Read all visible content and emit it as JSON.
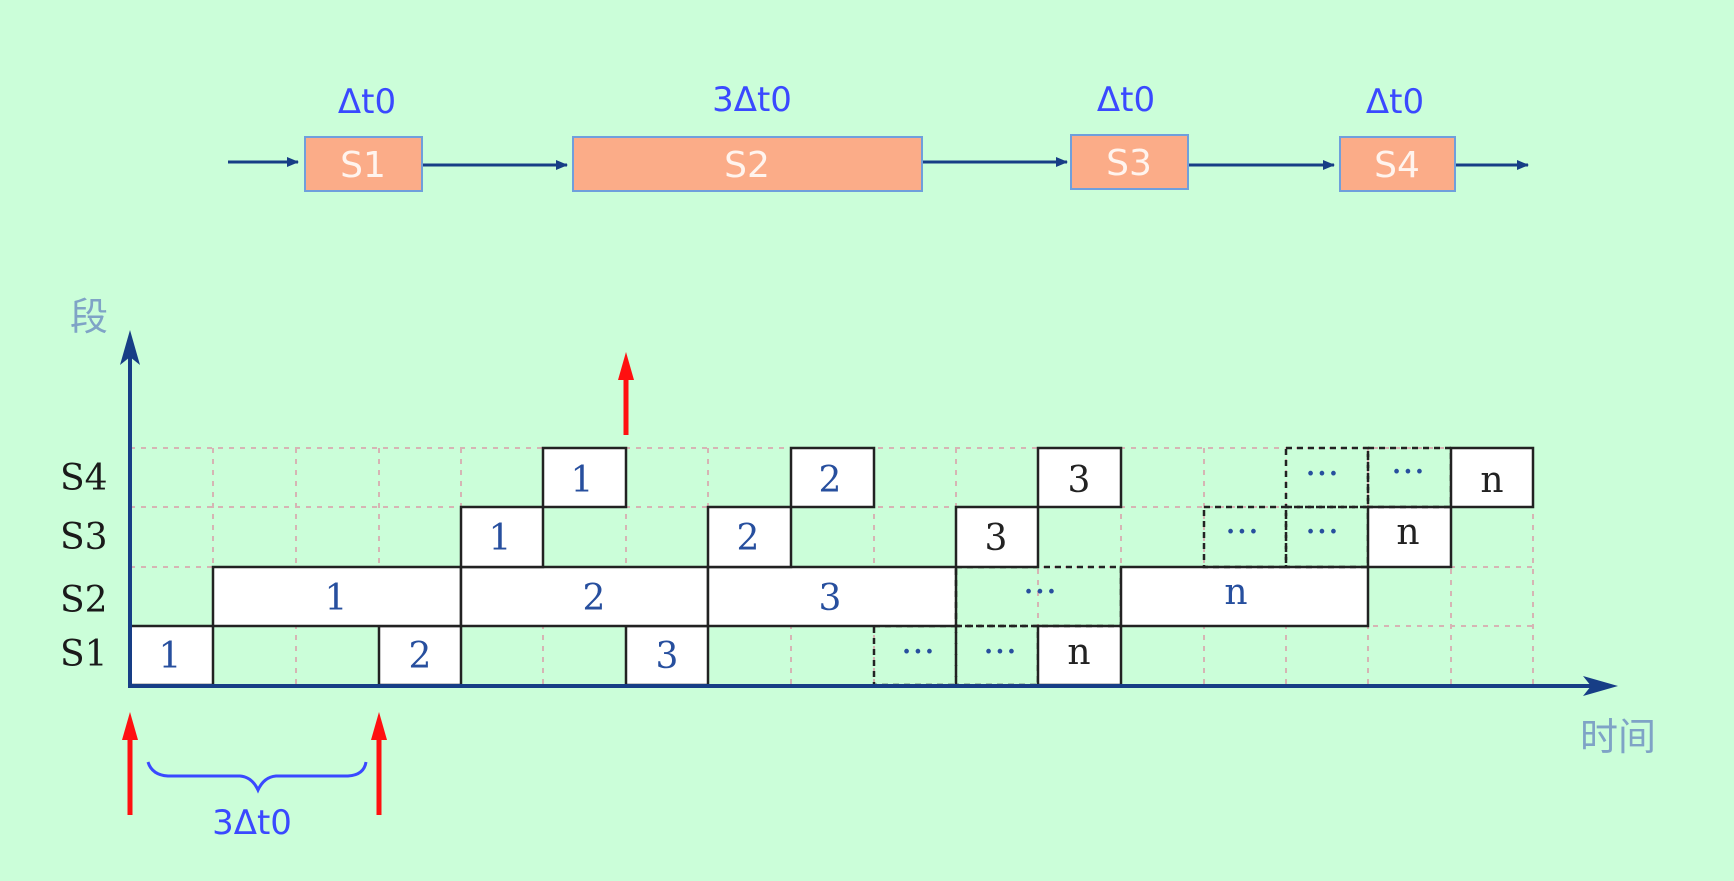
{
  "pipeline": {
    "stages": [
      {
        "label": "S1",
        "duration": "Δt0"
      },
      {
        "label": "S2",
        "duration": "3Δt0"
      },
      {
        "label": "S3",
        "duration": "Δt0"
      },
      {
        "label": "S4",
        "duration": "Δt0"
      }
    ]
  },
  "axes": {
    "y_label": "段",
    "x_label": "时间",
    "brace_label": "3Δt0"
  },
  "rows": [
    "S4",
    "S3",
    "S2",
    "S1"
  ],
  "cells": {
    "s1": [
      "1",
      "2",
      "3",
      "···",
      "···",
      "n"
    ],
    "s2": [
      "1",
      "2",
      "3",
      "···",
      "n"
    ],
    "s3": [
      "1",
      "2",
      "3",
      "···",
      "···",
      "n"
    ],
    "s4": [
      "1",
      "2",
      "3",
      "···",
      "···",
      "n"
    ]
  },
  "colors": {
    "background": "#cbfed9",
    "stage_fill": "#fbac88",
    "stage_border": "#6f9fdc",
    "axis": "#173e86",
    "marker_arrow": "#ff1010",
    "label_blue": "#3a49ff"
  }
}
